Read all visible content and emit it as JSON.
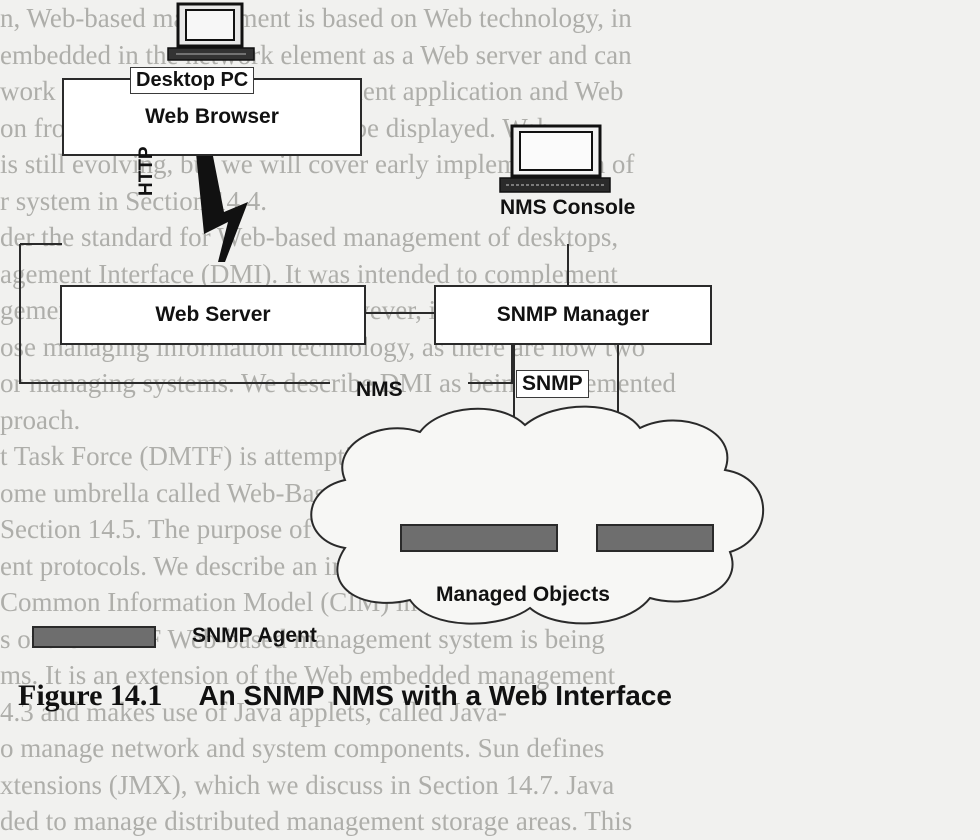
{
  "background_text": [
    "n, Web-based management is based on Web technology, in",
    "embedded in the network element as a Web server and can",
    "work element. Use of a management application and Web",
    "on from the Web server agent to be displayed. Web-",
    "is still evolving, but we will cover early implementation of",
    "r system in Section 14.4.",
    "der the standard for Web-based management of desktops,",
    "agement Interface (DMI). It was intended to complement",
    "gement addressed by SNMP. However, it has created more",
    "ose managing information technology, as there are now two",
    "or managing systems. We describe DMI as being implemented",
    "proach.",
    "t Task Force (DMTF) is attempting to bring the various man-",
    "ome umbrella called Web-Based Enterprise Management",
    "Section 14.5. The purpose of this effort is to integrate, not",
    "ent protocols. We describe an implementation infrastructure",
    "Common Information Model (CIM) in Section 14.6.",
    "s of the DMTF Web-based management system is being",
    "ms. It is an extension of the Web embedded management",
    "4.3 and makes use of Java applets, called Java-",
    "o manage network and system components. Sun defines",
    "xtensions (JMX), which we discuss in Section 14.7. Java",
    "ded to manage distributed management storage areas. This"
  ],
  "diagram": {
    "desktop_pc": "Desktop PC",
    "web_browser": "Web Browser",
    "http": "HTTP",
    "nms_console": "NMS Console",
    "web_server": "Web Server",
    "snmp_manager": "SNMP Manager",
    "nms": "NMS",
    "snmp": "SNMP",
    "managed_objects": "Managed Objects",
    "legend_snmp_agent": "SNMP Agent"
  },
  "caption": {
    "number": "Figure 14.1",
    "title": "An SNMP NMS with a Web Interface"
  }
}
